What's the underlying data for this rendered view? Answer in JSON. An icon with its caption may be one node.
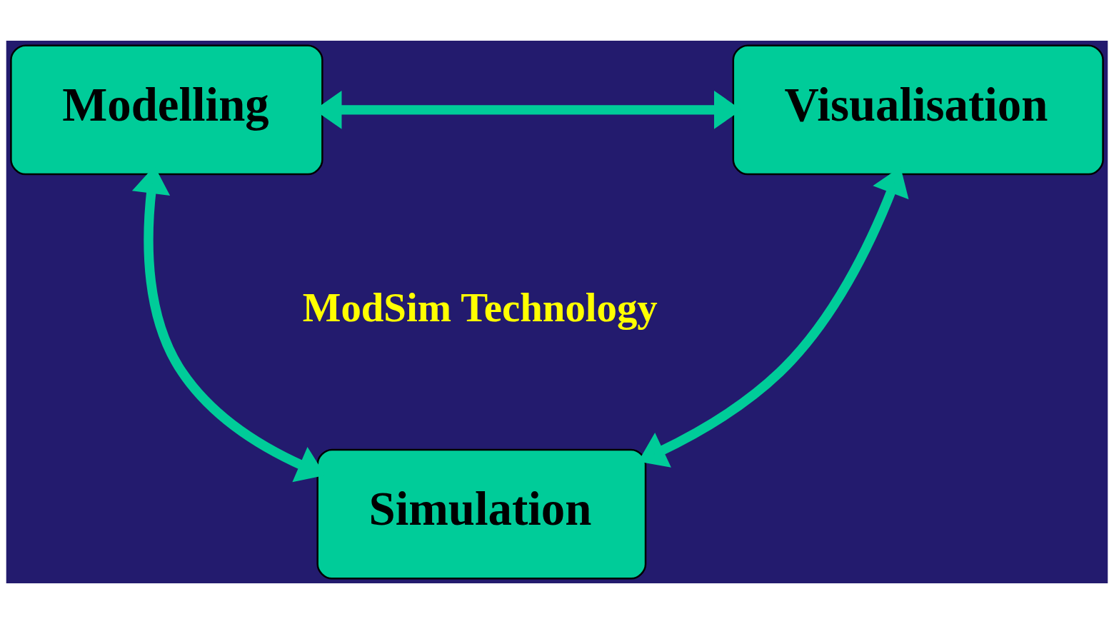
{
  "diagram": {
    "nodes": [
      {
        "text": [
          "Modelling"
        ]
      },
      {
        "text": [
          "Visualisation"
        ]
      },
      {
        "text": [
          "Simulation"
        ]
      }
    ],
    "edges": [
      {
        "from": 0,
        "to": 1,
        "arrow": "both"
      },
      {
        "from": 0,
        "to": 2,
        "arrow": "both"
      },
      {
        "from": 2,
        "to": 1,
        "arrow": "both"
      }
    ],
    "labels": [
      "ModSim Technology"
    ]
  }
}
